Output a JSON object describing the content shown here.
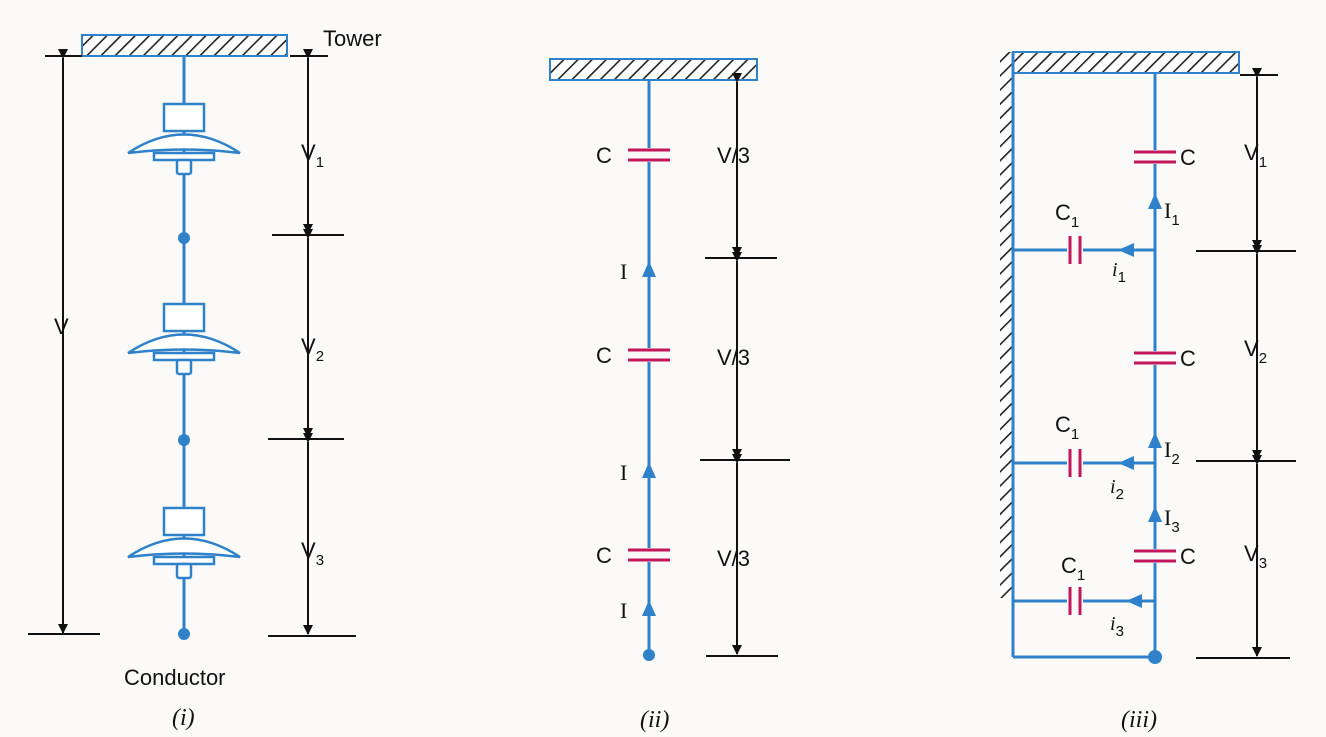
{
  "colors": {
    "wire": "#2f82c9",
    "capacitor": "#c2185b",
    "dim": "#111111",
    "bg": "#fbfaf8"
  },
  "diagram_i": {
    "tower_label": "Tower",
    "conductor_label": "Conductor",
    "total_voltage": "V",
    "voltages": [
      {
        "main": "V",
        "sub": "1"
      },
      {
        "main": "V",
        "sub": "2"
      },
      {
        "main": "V",
        "sub": "3"
      }
    ],
    "caption": "(i)"
  },
  "diagram_ii": {
    "capacitor_label": "C",
    "current_label": "I",
    "voltage_label": "V/3",
    "caption": "(ii)"
  },
  "diagram_iii": {
    "capacitor_label": "C",
    "shunt_capacitor": {
      "main": "C",
      "sub": "1"
    },
    "series_currents": [
      {
        "main": "I",
        "sub": "1"
      },
      {
        "main": "I",
        "sub": "2"
      },
      {
        "main": "I",
        "sub": "3"
      }
    ],
    "shunt_currents": [
      {
        "main": "i",
        "sub": "1"
      },
      {
        "main": "i",
        "sub": "2"
      },
      {
        "main": "i",
        "sub": "3"
      }
    ],
    "voltages": [
      {
        "main": "V",
        "sub": "1"
      },
      {
        "main": "V",
        "sub": "2"
      },
      {
        "main": "V",
        "sub": "3"
      }
    ],
    "caption": "(iii)"
  }
}
